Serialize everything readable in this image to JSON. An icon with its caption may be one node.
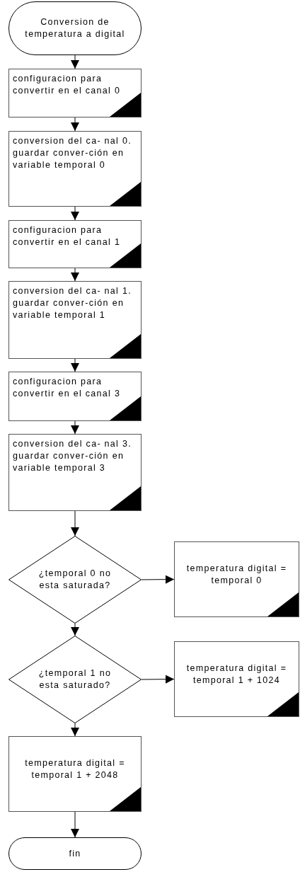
{
  "diagram": {
    "nodes": [
      {
        "text": [
          "Conversion de temperatura a digital"
        ]
      },
      {
        "text": [
          "configuracion para convertir en el canal 0"
        ]
      },
      {
        "text": [
          "conversion del ca- nal 0. guardar conver-ción en variable temporal 0"
        ]
      },
      {
        "text": [
          "configuracion para convertir en el canal 1"
        ]
      },
      {
        "text": [
          "conversion del ca- nal 1. guardar conver-ción en variable temporal 1"
        ]
      },
      {
        "text": [
          "configuracion para convertir en el canal 3"
        ]
      },
      {
        "text": [
          "conversion del ca- nal 3. guardar conver-ción en variable temporal 3"
        ]
      },
      {
        "text": [
          "¿temporal 0 no esta saturada?"
        ]
      },
      {
        "text": [
          "temperatura digital = temporal 0"
        ]
      },
      {
        "text": [
          "¿temporal 1 no esta saturado?"
        ]
      },
      {
        "text": [
          "temperatura digital = temporal 1 + 1024"
        ]
      },
      {
        "text": [
          "temperatura digital = temporal 1 + 2048"
        ]
      },
      {
        "text": [
          "fin"
        ]
      }
    ],
    "edges": [
      {
        "from": 0,
        "to": 1,
        "arrow": "to"
      },
      {
        "from": 1,
        "to": 2,
        "arrow": "to"
      },
      {
        "from": 2,
        "to": 3,
        "arrow": "to"
      },
      {
        "from": 3,
        "to": 4,
        "arrow": "to"
      },
      {
        "from": 4,
        "to": 5,
        "arrow": "to"
      },
      {
        "from": 5,
        "to": 6,
        "arrow": "to"
      },
      {
        "from": 6,
        "to": 7,
        "arrow": "to"
      },
      {
        "from": 7,
        "to": 8,
        "arrow": "to"
      },
      {
        "from": 7,
        "to": 9,
        "arrow": "to"
      },
      {
        "from": 9,
        "to": 10,
        "arrow": "to"
      },
      {
        "from": 9,
        "to": 11,
        "arrow": "to"
      },
      {
        "from": 11,
        "to": 12,
        "arrow": "to"
      }
    ]
  }
}
